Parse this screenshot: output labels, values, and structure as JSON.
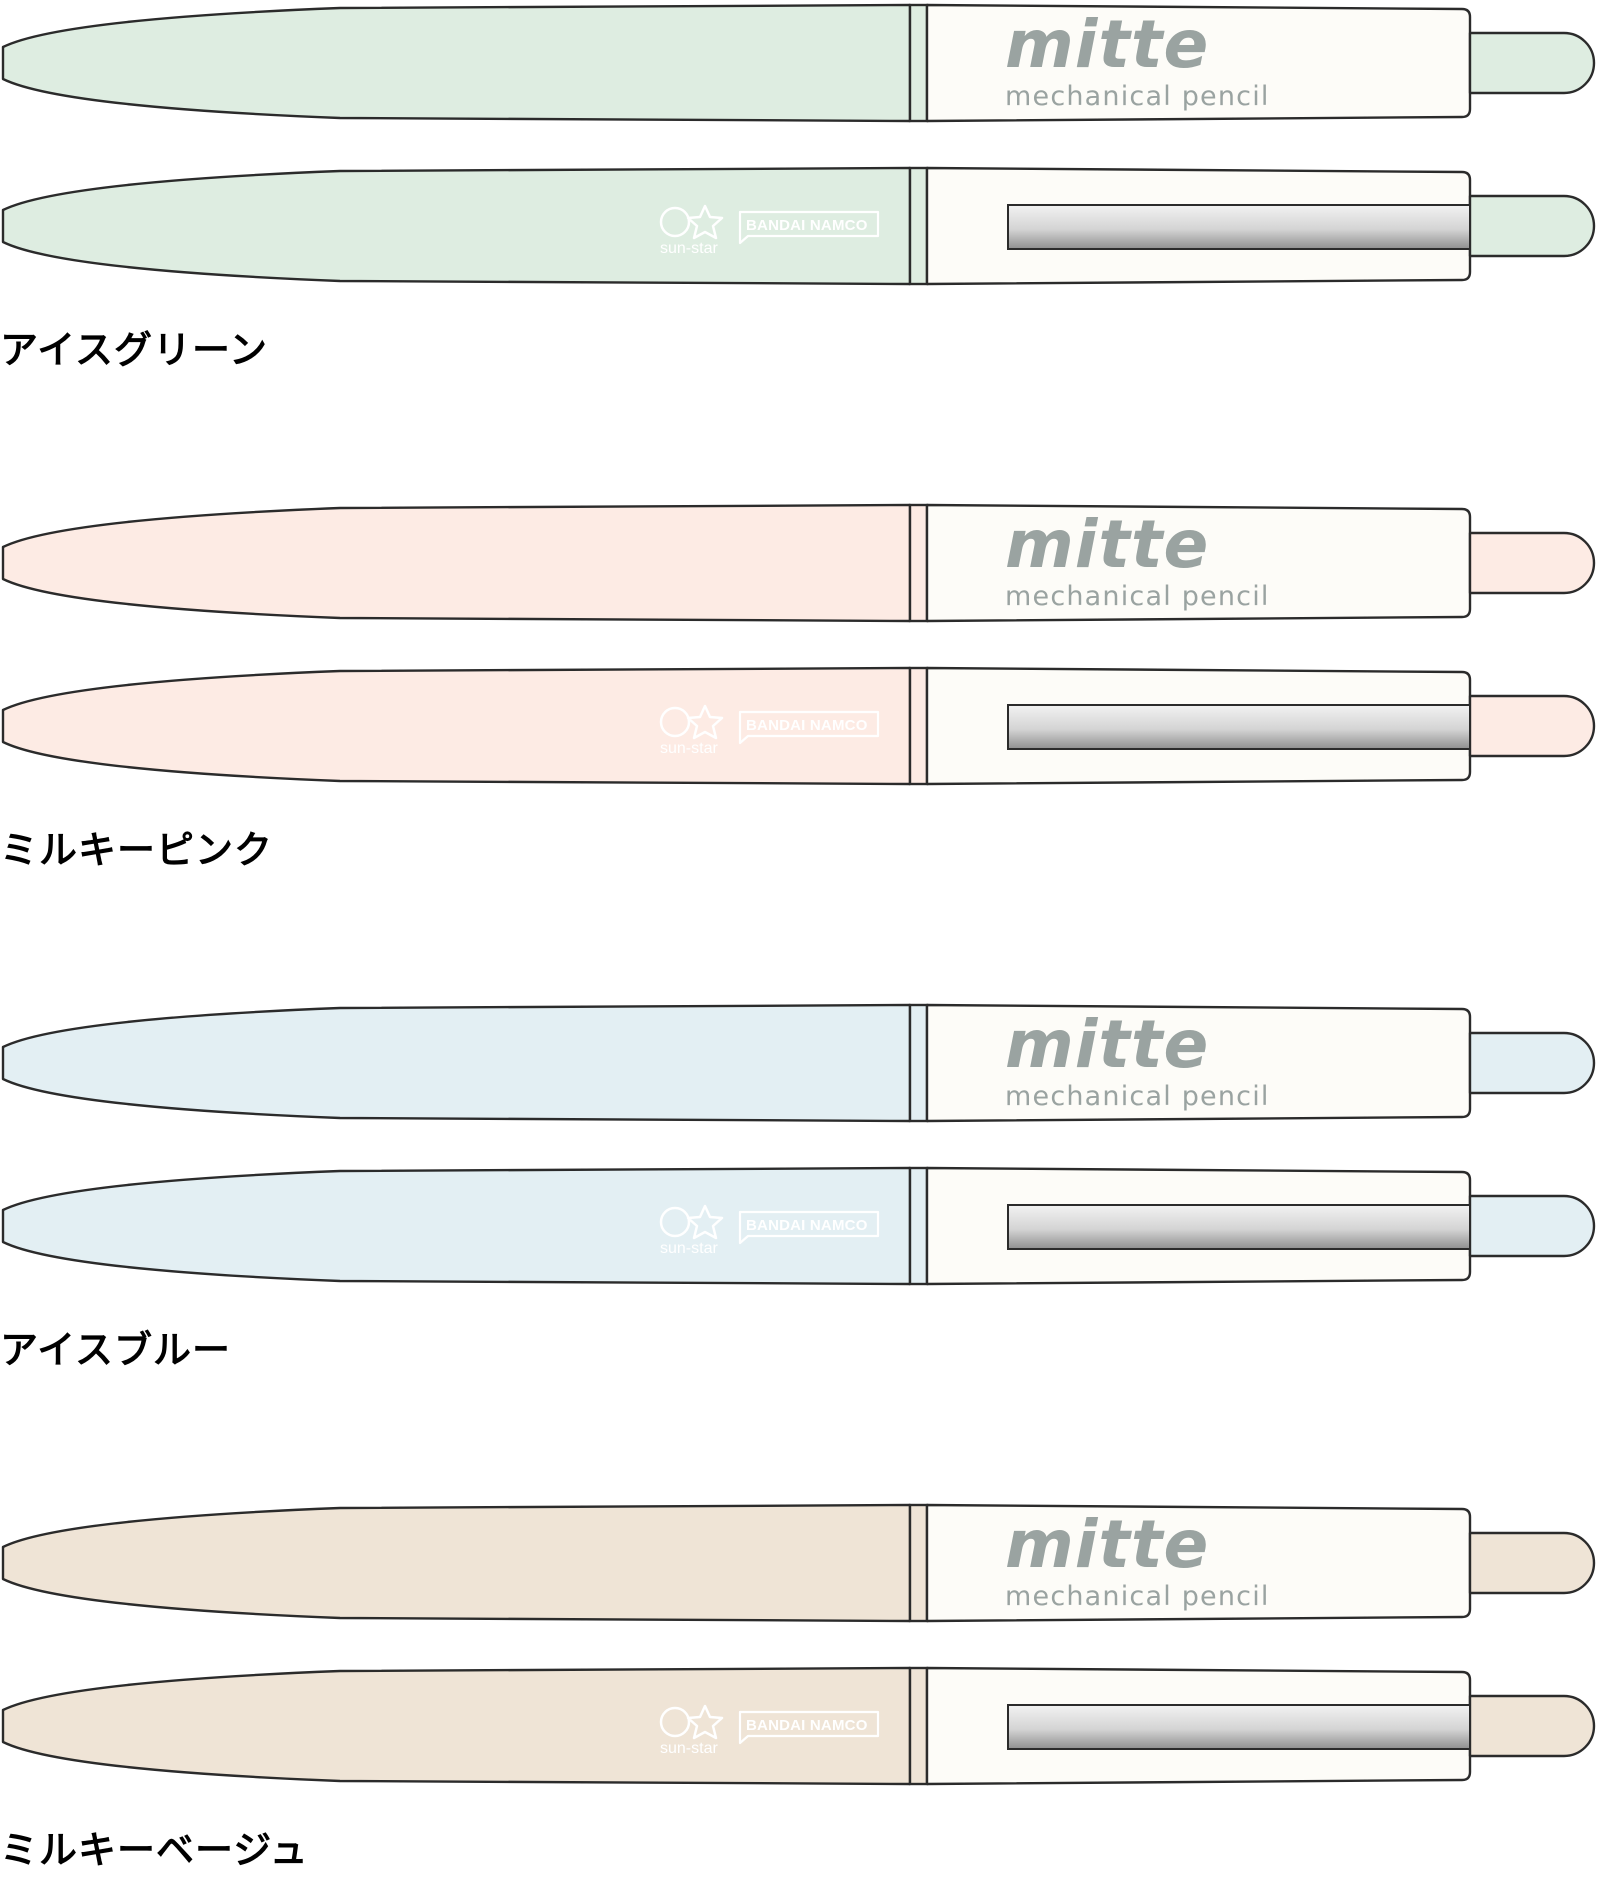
{
  "brand": {
    "product_name": "mitte",
    "product_type": "mechanical pencil",
    "maker_logo": "sun-star",
    "partner_logo": "BANDAI NAMCO"
  },
  "colors": {
    "outline": "#2b2b2b",
    "cap_body": "#fdfcf8",
    "logo_text": "#9aa3a1",
    "clip_light": "#f2f2f2",
    "clip_dark": "#8f8f8f"
  },
  "variants": [
    {
      "name": "アイスグリーン",
      "color": "#deede1"
    },
    {
      "name": "ミルキーピンク",
      "color": "#fdebe4"
    },
    {
      "name": "アイスブルー",
      "color": "#e3eff3"
    },
    {
      "name": "ミルキーベージュ",
      "color": "#efe4d6"
    }
  ]
}
